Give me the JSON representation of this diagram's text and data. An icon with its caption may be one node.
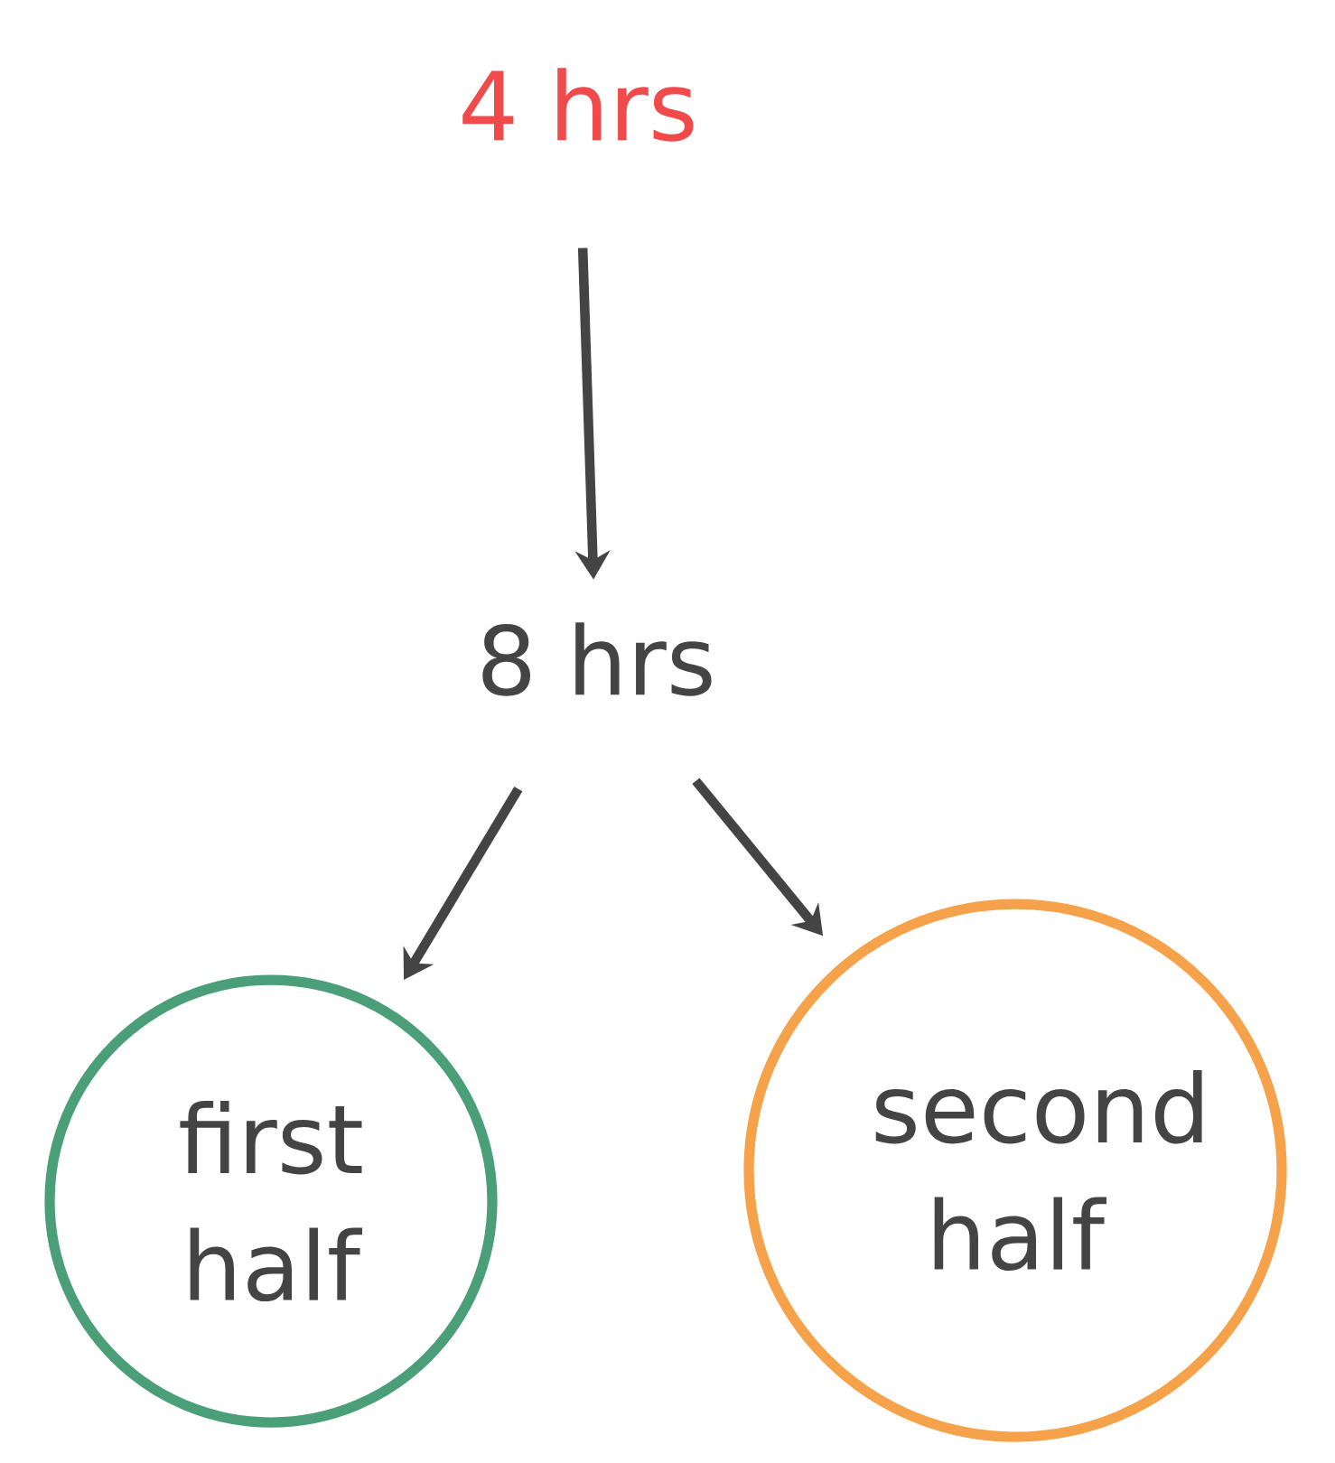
{
  "diagram": {
    "nodes": [
      {
        "text": [
          "4 hrs"
        ]
      },
      {
        "text": [
          "8 hrs"
        ]
      },
      {
        "text": [
          "first half"
        ]
      },
      {
        "text": [
          "second half"
        ]
      }
    ],
    "edges": [
      {
        "from": 0,
        "to": 1,
        "arrow": "to"
      },
      {
        "from": 1,
        "to": 2,
        "arrow": "to"
      },
      {
        "from": 1,
        "to": 3,
        "arrow": "to"
      }
    ]
  }
}
